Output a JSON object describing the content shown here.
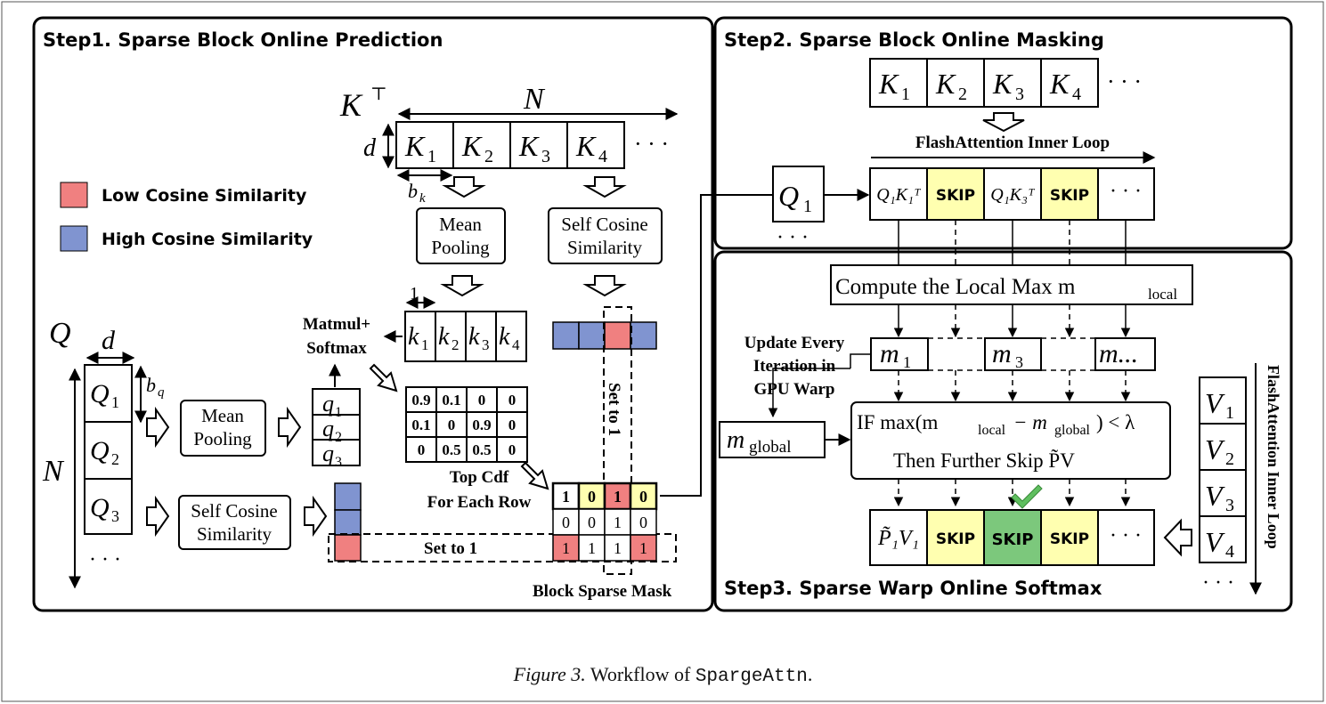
{
  "step1": {
    "title": "Step1. Sparse Block Online Prediction",
    "kt_label": "K",
    "kt_sup": "⊤",
    "n_label": "N",
    "d_label": "d",
    "bk_label": "b",
    "bk_sub": "k",
    "k_blocks": [
      "K",
      "K",
      "K",
      "K"
    ],
    "k_subs": [
      "1",
      "2",
      "3",
      "4"
    ],
    "dots": "· · ·",
    "legend_low": "Low  Cosine Similarity",
    "legend_high": "High Cosine Similarity",
    "mean_pool_k": [
      "Mean",
      "Pooling"
    ],
    "self_cos_k": [
      "Self Cosine",
      "Similarity"
    ],
    "one_label": "1",
    "small_k": [
      "k",
      "k",
      "k",
      "k"
    ],
    "small_k_subs": [
      "1",
      "2",
      "3",
      "4"
    ],
    "matmul_label": [
      "Matmul+",
      "Softmax"
    ],
    "q_label": "Q",
    "q_d_label": "d",
    "bq_label": "b",
    "bq_sub": "q",
    "q_blocks": [
      "Q",
      "Q",
      "Q"
    ],
    "q_subs": [
      "1",
      "2",
      "3"
    ],
    "q_dots": "· · ·",
    "q_n_label": "N",
    "mean_pool_q": [
      "Mean",
      "Pooling"
    ],
    "self_cos_q": [
      "Self Cosine",
      "Similarity"
    ],
    "small_q": [
      "q",
      "q",
      "q"
    ],
    "small_q_subs": [
      "1",
      "2",
      "3"
    ],
    "attn_matrix": [
      [
        "0.9",
        "0.1",
        "0",
        "0"
      ],
      [
        "0.1",
        "0",
        "0.9",
        "0"
      ],
      [
        "0",
        "0.5",
        "0.5",
        "0"
      ]
    ],
    "top_cdf": [
      "Top Cdf",
      "For Each Row"
    ],
    "mask_rows": [
      [
        "1",
        "0",
        "1",
        "0"
      ],
      [
        "0",
        "0",
        "1",
        "0"
      ],
      [
        "1",
        "1",
        "1",
        "1"
      ]
    ],
    "set_to_1_h": "Set to 1",
    "set_to_1_v": "Set to 1",
    "block_sparse_mask": "Block Sparse Mask"
  },
  "step2": {
    "title": "Step2. Sparse Block Online Masking",
    "k_blocks": [
      "K",
      "K",
      "K",
      "K"
    ],
    "k_subs": [
      "1",
      "2",
      "3",
      "4"
    ],
    "dots": "· · ·",
    "inner_loop": "FlashAttention Inner Loop",
    "q1": "Q",
    "q1_sub": "1",
    "q_dots": "· · ·",
    "qk_cells": [
      "Q₁K₁ᵀ",
      "SKIP",
      "Q₁K₃ᵀ",
      "SKIP",
      "· · ·"
    ]
  },
  "step3": {
    "title": "Step3. Sparse Warp Online Softmax",
    "local_max": "Compute the Local Max m",
    "local_max_sub": "local",
    "m_cells": [
      "m",
      "m",
      "m..."
    ],
    "m_subs": [
      "1",
      "3",
      ""
    ],
    "update_label": [
      "Update Every",
      "Iteration in",
      "GPU Warp"
    ],
    "m_global": "m",
    "m_global_sub": "global",
    "if_line": "IF  max(m",
    "if_sub1": "local",
    "if_mid": " − m",
    "if_sub2": "global",
    "if_end": ") < λ",
    "then_line": "Then Further Skip P̃V",
    "pv_cells": [
      "P̃₁V₁",
      "SKIP",
      "SKIP",
      "SKIP",
      "· · ·"
    ],
    "v_blocks": [
      "V",
      "V",
      "V",
      "V"
    ],
    "v_subs": [
      "1",
      "2",
      "3",
      "4"
    ],
    "v_dots": "· · ·",
    "inner_loop_v": "FlashAttention Inner Loop"
  },
  "caption": {
    "fig": "Figure 3.",
    "text": " Workflow of ",
    "code": "SpargeAttn",
    "end": "."
  },
  "colors": {
    "low_sim": "#f08080",
    "high_sim": "#8094d0",
    "skip_yellow": "#ffffb0",
    "skip_green": "#7cc87c",
    "check_green": "#5fbf5f"
  }
}
